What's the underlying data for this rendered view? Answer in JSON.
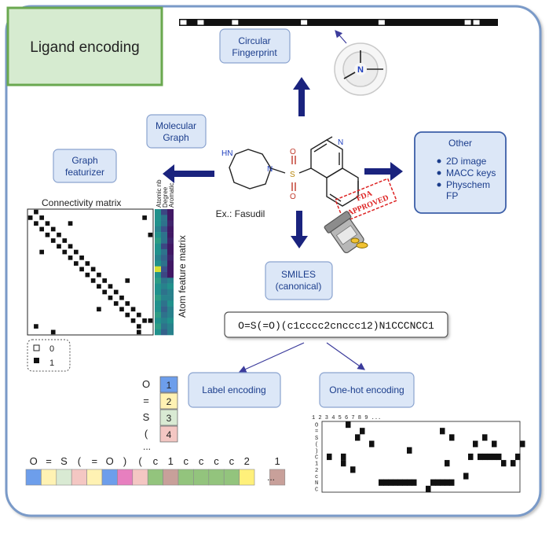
{
  "title": "Ligand encoding",
  "boxes": {
    "circular_fp": [
      "Circular",
      "Fingerprint"
    ],
    "molecular_graph": [
      "Molecular",
      "Graph"
    ],
    "graph_featurizer": [
      "Graph",
      "featurizer"
    ],
    "smiles": [
      "SMILES",
      "(canonical)"
    ],
    "label_encoding": "Label encoding",
    "onehot_encoding": "One-hot encoding"
  },
  "other": {
    "title": "Other",
    "items": [
      "2D image",
      "MACC keys",
      "Physchem",
      "FP"
    ]
  },
  "molecule": {
    "example": "Ex.: Fasudil",
    "atoms": [
      "HN",
      "N",
      "S",
      "O",
      "O",
      "N"
    ],
    "stamp": [
      "FDA",
      "APPROVED"
    ]
  },
  "fp_center_atom": "N",
  "fingerprint_bits": [
    1,
    0,
    1,
    0,
    0,
    0,
    1,
    0,
    0,
    0,
    0,
    0,
    0,
    0,
    1,
    0,
    0,
    0,
    0,
    0,
    0,
    0,
    0,
    1,
    0,
    0,
    0,
    0,
    0,
    0,
    0,
    0,
    0,
    1,
    1,
    0,
    0
  ],
  "connectivity": {
    "label": "Connectivity matrix",
    "size": 22,
    "bonds": [
      [
        0,
        1
      ],
      [
        1,
        2
      ],
      [
        2,
        3
      ],
      [
        3,
        4
      ],
      [
        4,
        5
      ],
      [
        5,
        6
      ],
      [
        6,
        7
      ],
      [
        7,
        8
      ],
      [
        8,
        9
      ],
      [
        9,
        10
      ],
      [
        10,
        11
      ],
      [
        11,
        12
      ],
      [
        12,
        13
      ],
      [
        13,
        14
      ],
      [
        14,
        15
      ],
      [
        15,
        16
      ],
      [
        16,
        17
      ],
      [
        17,
        18
      ],
      [
        18,
        19
      ],
      [
        19,
        20
      ],
      [
        2,
        7
      ],
      [
        12,
        17
      ],
      [
        19,
        21
      ]
    ],
    "extra": [
      [
        1,
        20
      ],
      [
        4,
        21
      ]
    ]
  },
  "atom_features": {
    "label": "Atom feature matrix",
    "columns": [
      "Atomic nb",
      "Degree",
      "Aromatic"
    ],
    "values": [
      [
        0.55,
        0.3,
        0.1
      ],
      [
        0.55,
        0.45,
        0.1
      ],
      [
        0.55,
        0.45,
        0.15
      ],
      [
        0.5,
        0.35,
        0.1
      ],
      [
        0.55,
        0.45,
        0.1
      ],
      [
        0.6,
        0.45,
        0.15
      ],
      [
        0.55,
        0.3,
        0.1
      ],
      [
        0.55,
        0.45,
        0.1
      ],
      [
        0.5,
        0.4,
        0.15
      ],
      [
        0.55,
        0.45,
        0.1
      ],
      [
        0.95,
        0.35,
        0.1
      ],
      [
        0.55,
        0.3,
        0.1
      ],
      [
        0.6,
        0.45,
        0.5
      ],
      [
        0.55,
        0.5,
        0.55
      ],
      [
        0.55,
        0.45,
        0.5
      ],
      [
        0.6,
        0.5,
        0.5
      ],
      [
        0.55,
        0.45,
        0.55
      ],
      [
        0.55,
        0.4,
        0.5
      ],
      [
        0.6,
        0.45,
        0.5
      ],
      [
        0.55,
        0.5,
        0.55
      ],
      [
        0.6,
        0.45,
        0.5
      ],
      [
        0.55,
        0.4,
        0.5
      ]
    ]
  },
  "legend": {
    "empty": "0",
    "filled": "1"
  },
  "smiles_string": "O=S(=O)(c1cccc2cnccc12)N1CCCNCC1",
  "label_table": [
    {
      "char": "O",
      "code": "1",
      "color": "#6d9eeb"
    },
    {
      "char": "=",
      "code": "2",
      "color": "#fff2b3"
    },
    {
      "char": "S",
      "code": "3",
      "color": "#d9ead3"
    },
    {
      "char": "(",
      "code": "4",
      "color": "#f4c7c3"
    }
  ],
  "label_more": "...",
  "sequence": {
    "chars": [
      "O",
      "=",
      "S",
      "(",
      "=",
      "O",
      ")",
      "(",
      "c",
      "1",
      "c",
      "c",
      "c",
      "c",
      "2",
      "",
      "1"
    ],
    "colors": [
      "#6d9eeb",
      "#fff2b3",
      "#d9ead3",
      "#f4c7c3",
      "#fff2b3",
      "#6d9eeb",
      "#e77fbf",
      "#f4c7c3",
      "#93c47d",
      "#c8a09a",
      "#93c47d",
      "#93c47d",
      "#93c47d",
      "#93c47d",
      "#fff07a",
      "",
      "#c8a09a"
    ],
    "ellipsis": "..."
  },
  "onehot": {
    "header": "1 2 3 4 5 6 7 8 9 ...",
    "rows": [
      "O",
      "=",
      "S",
      "(",
      ")",
      "C",
      "1",
      "2",
      "c",
      "N",
      "C"
    ],
    "cells": [
      [
        5,
        0
      ],
      [
        8,
        1
      ],
      [
        7,
        2
      ],
      [
        10,
        3
      ],
      [
        25,
        1
      ],
      [
        27,
        2
      ],
      [
        32,
        3
      ],
      [
        34,
        2
      ],
      [
        36,
        3
      ],
      [
        42,
        3
      ],
      [
        1,
        5
      ],
      [
        4,
        5
      ],
      [
        4,
        6
      ],
      [
        6,
        7
      ],
      [
        12,
        9
      ],
      [
        13,
        9
      ],
      [
        14,
        9
      ],
      [
        15,
        9
      ],
      [
        16,
        9
      ],
      [
        17,
        9
      ],
      [
        18,
        9
      ],
      [
        19,
        9
      ],
      [
        22,
        10
      ],
      [
        23,
        9
      ],
      [
        24,
        9
      ],
      [
        25,
        9
      ],
      [
        26,
        9
      ],
      [
        27,
        9
      ],
      [
        30,
        8
      ],
      [
        31,
        5
      ],
      [
        33,
        5
      ],
      [
        34,
        5
      ],
      [
        35,
        5
      ],
      [
        36,
        5
      ],
      [
        37,
        5
      ],
      [
        38,
        6
      ],
      [
        40,
        6
      ],
      [
        26,
        6
      ],
      [
        18,
        4
      ],
      [
        41,
        5
      ]
    ]
  }
}
